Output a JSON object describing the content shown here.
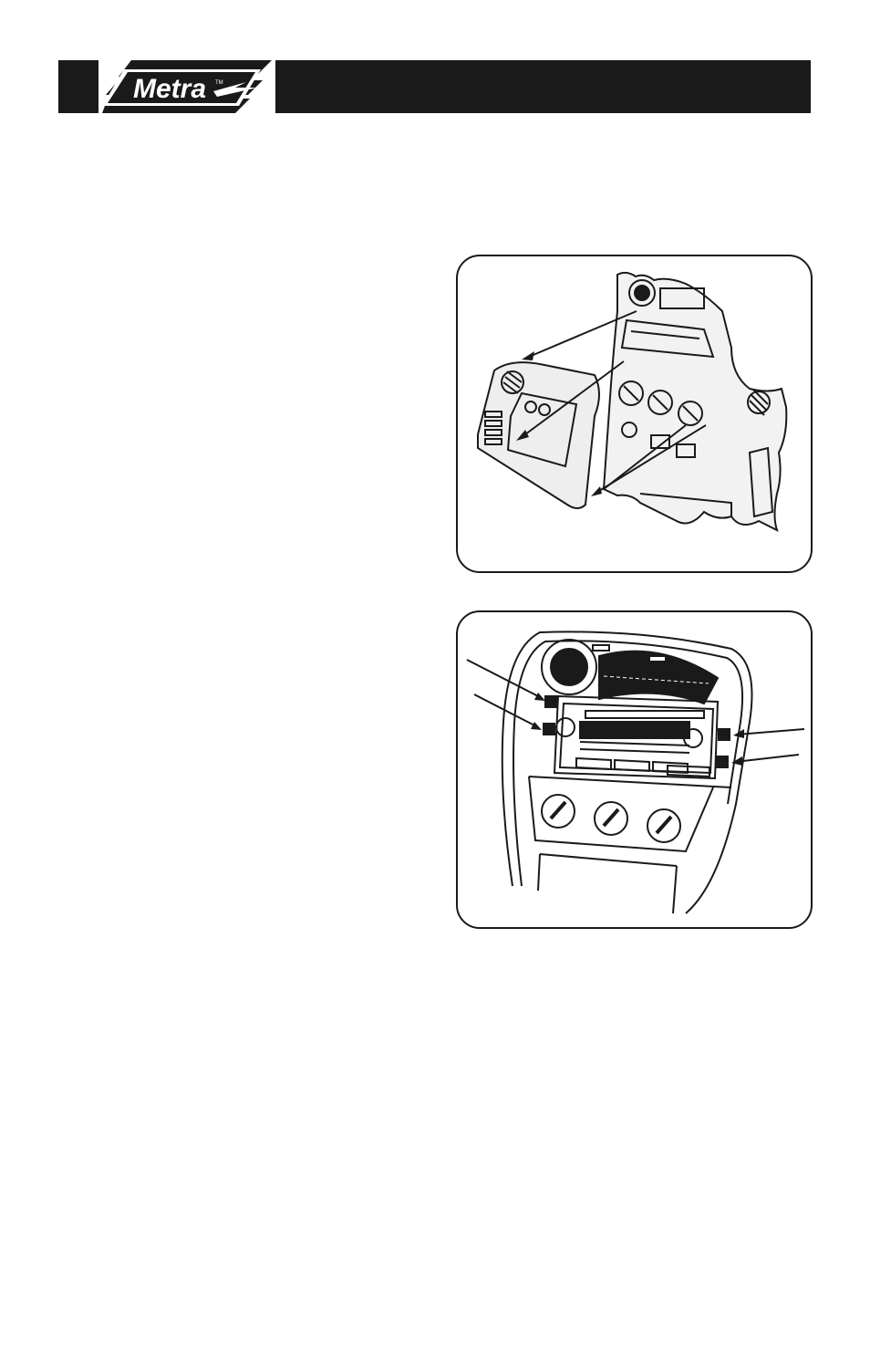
{
  "header": {
    "logo_text": "Metra",
    "logo_mark": "TM",
    "brand_color": "#1a1a1a"
  },
  "figures": [
    {
      "id": "figure-1",
      "kind": "illustration",
      "subject": "dash-bezel-removal"
    },
    {
      "id": "figure-2",
      "kind": "illustration",
      "subject": "radio-mounting-screws"
    }
  ]
}
